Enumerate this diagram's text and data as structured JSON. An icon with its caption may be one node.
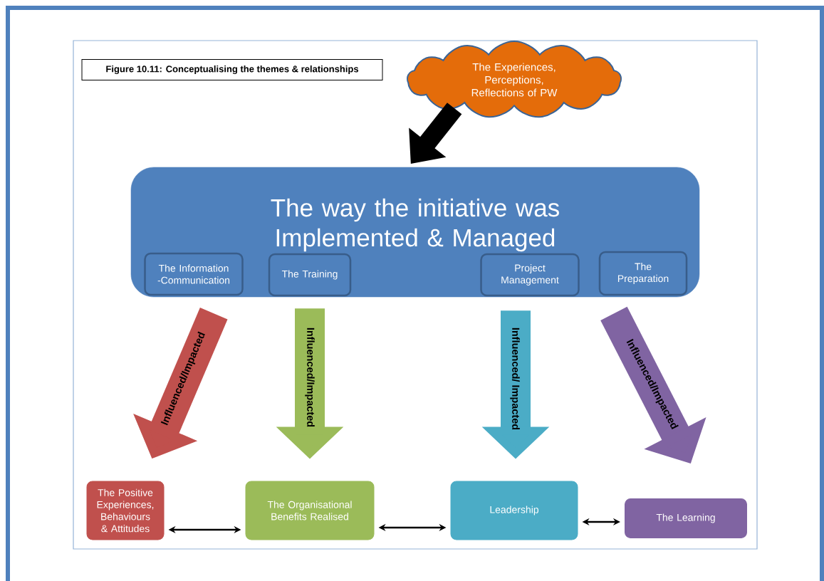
{
  "diagram": {
    "title": "Figure 10.11: Conceptualising the themes & relationships",
    "nodes": [
      {
        "text": [
          "The Experiences, Perceptions, Reflections of PW"
        ]
      },
      {
        "text": [
          "The way the initiative was Implemented & Managed"
        ]
      },
      {
        "text": [
          "The Information -Communication"
        ],
        "in": 1
      },
      {
        "text": [
          "The Training"
        ],
        "in": 1
      },
      {
        "text": [
          "Project Management"
        ],
        "in": 1
      },
      {
        "text": [
          "The Preparation"
        ],
        "in": 1
      },
      {
        "text": [
          "The Positive Experiences, Behaviours & Attitudes"
        ]
      },
      {
        "text": [
          "The Organisational Benefits Realised"
        ]
      },
      {
        "text": [
          "Leadership"
        ]
      },
      {
        "text": [
          "The Learning"
        ]
      }
    ],
    "edges": [
      {
        "from": 0,
        "to": 1,
        "arrow": "to"
      },
      {
        "from": 1,
        "to": 6,
        "arrow": "to",
        "color": "#c0504d",
        "label": "Influenced/Impacted"
      },
      {
        "from": 1,
        "to": 7,
        "arrow": "to",
        "color": "#9bbb59",
        "label": "Influenced/Impacted"
      },
      {
        "from": 1,
        "to": 8,
        "arrow": "to",
        "color": "#4bacc6",
        "label": "Influenced/ Impacted"
      },
      {
        "from": 1,
        "to": 9,
        "arrow": "to",
        "color": "#8064a2",
        "label": "Influenced/Impacted"
      },
      {
        "from": 6,
        "to": 7,
        "arrow": "both"
      },
      {
        "from": 7,
        "to": 8,
        "arrow": "both"
      },
      {
        "from": 8,
        "to": 9,
        "arrow": "both"
      }
    ]
  }
}
